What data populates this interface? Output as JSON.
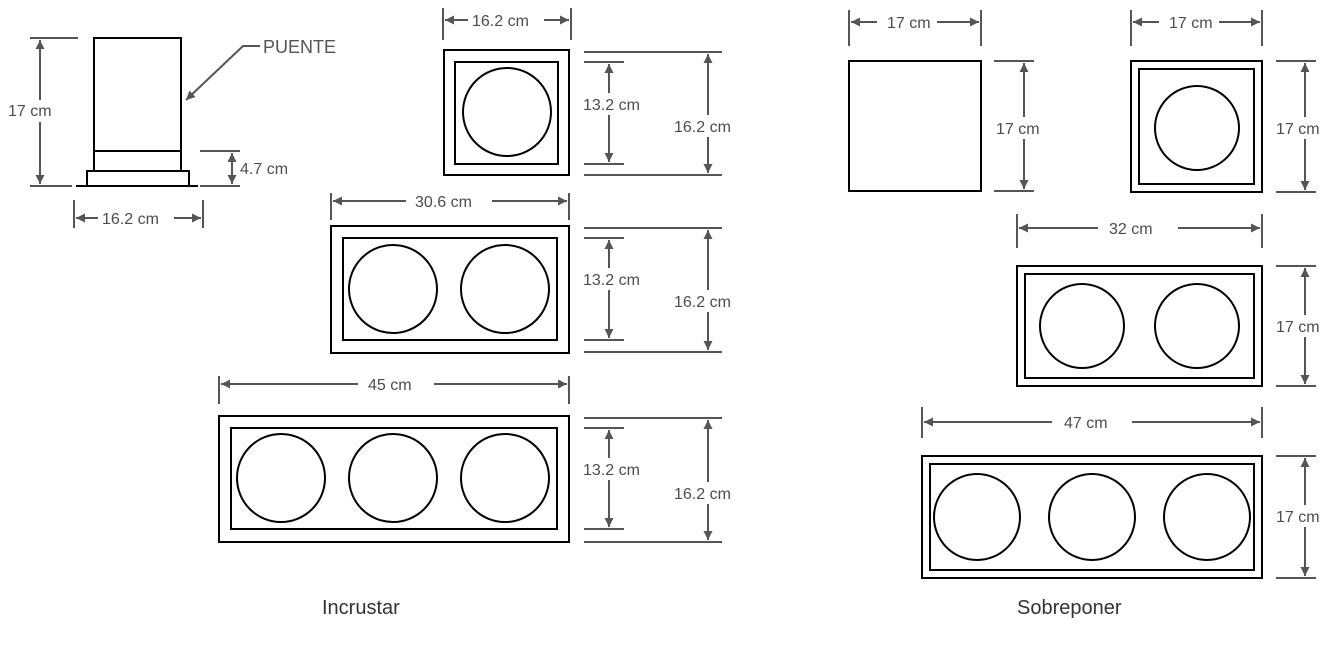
{
  "side_view": {
    "label": "PUENTE",
    "height": "17 cm",
    "base_height": "4.7 cm",
    "width": "16.2 cm"
  },
  "incrustar": {
    "caption": "Incrustar",
    "single": {
      "width": "16.2 cm",
      "inner_height": "13.2 cm",
      "outer_height": "16.2 cm"
    },
    "double": {
      "width": "30.6 cm",
      "inner_height": "13.2 cm",
      "outer_height": "16.2 cm"
    },
    "triple": {
      "width": "45 cm",
      "inner_height": "13.2 cm",
      "outer_height": "16.2 cm"
    }
  },
  "sobreponer": {
    "caption": "Sobreponer",
    "square": {
      "width": "17 cm",
      "height": "17 cm"
    },
    "single": {
      "width": "17 cm",
      "height": "17 cm"
    },
    "double": {
      "width": "32 cm",
      "height": "17 cm"
    },
    "triple": {
      "width": "47 cm",
      "height": "17 cm"
    }
  },
  "colors": {
    "line": "#000000",
    "dimension": "#555555",
    "text": "#4d4d4d"
  }
}
